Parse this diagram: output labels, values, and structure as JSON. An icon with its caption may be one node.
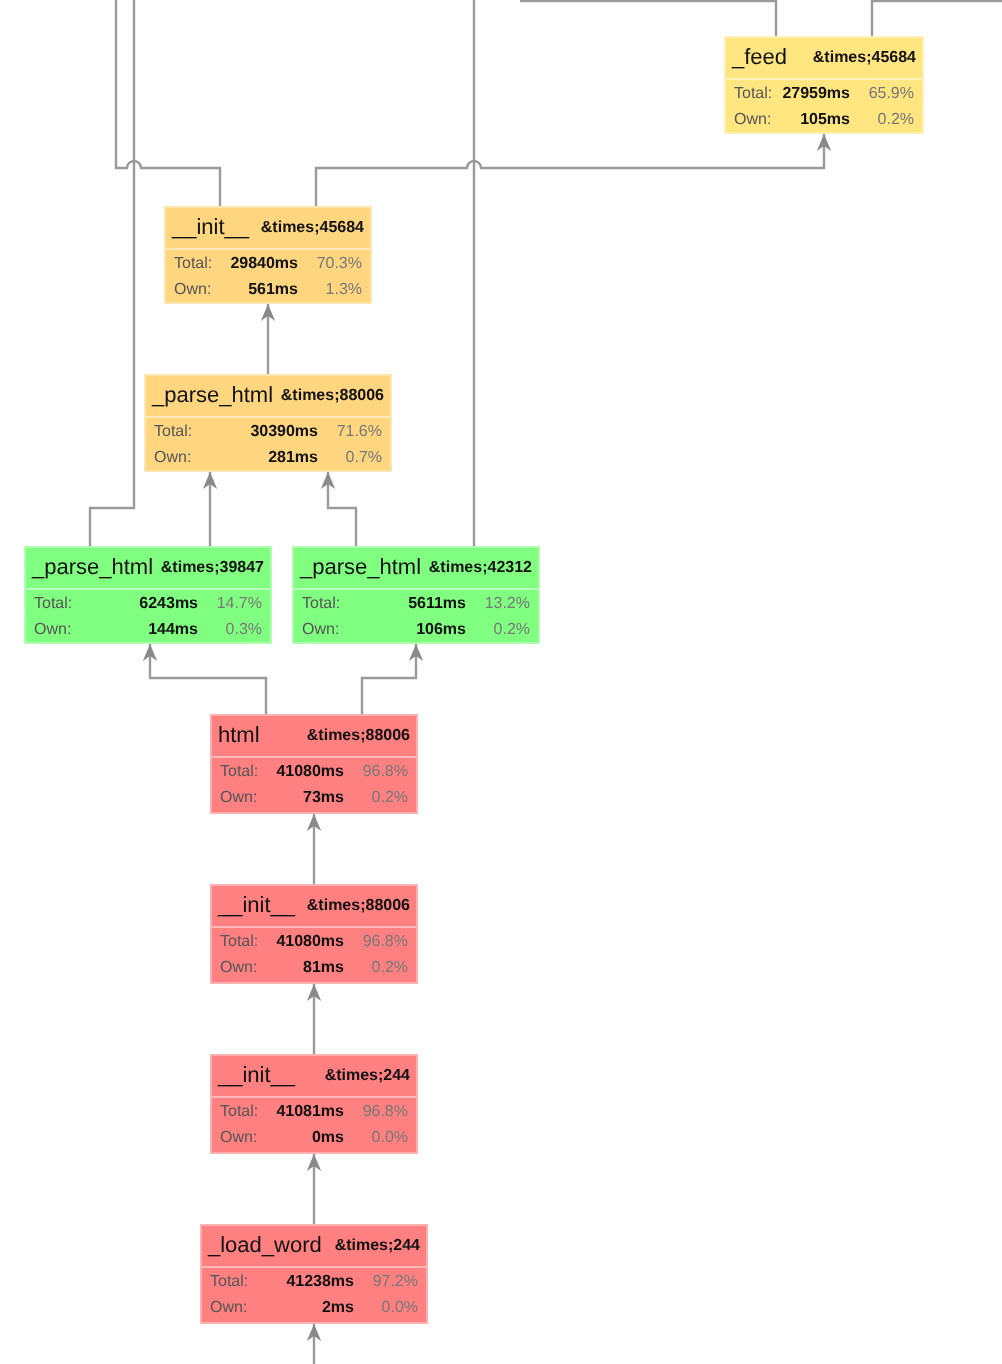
{
  "diagram": {
    "nodes": [
      {
        "text": [
          "_feed",
          "&times;45684",
          "Total:",
          "27959ms",
          "65.9%",
          "Own:",
          "105ms",
          "0.2%"
        ]
      },
      {
        "text": [
          "__init__",
          "&times;45684",
          "Total:",
          "29840ms",
          "70.3%",
          "Own:",
          "561ms",
          "1.3%"
        ]
      },
      {
        "text": [
          "_parse_html",
          "&times;88006",
          "Total:",
          "30390ms",
          "71.6%",
          "Own:",
          "281ms",
          "0.7%"
        ]
      },
      {
        "text": [
          "_parse_html",
          "&times;39847",
          "Total:",
          "6243ms",
          "14.7%",
          "Own:",
          "144ms",
          "0.3%"
        ]
      },
      {
        "text": [
          "_parse_html",
          "&times;42312",
          "Total:",
          "5611ms",
          "13.2%",
          "Own:",
          "106ms",
          "0.2%"
        ]
      },
      {
        "text": [
          "html",
          "&times;88006",
          "Total:",
          "41080ms",
          "96.8%",
          "Own:",
          "73ms",
          "0.2%"
        ]
      },
      {
        "text": [
          "__init__",
          "&times;88006",
          "Total:",
          "41080ms",
          "96.8%",
          "Own:",
          "81ms",
          "0.2%"
        ]
      },
      {
        "text": [
          "__init__",
          "&times;244",
          "Total:",
          "41081ms",
          "96.8%",
          "Own:",
          "0ms",
          "0.0%"
        ]
      },
      {
        "text": [
          "_load_word",
          "&times;244",
          "Total:",
          "41238ms",
          "97.2%",
          "Own:",
          "2ms",
          "0.0%"
        ]
      }
    ],
    "edges": [
      {
        "from": 2,
        "to": 1,
        "arrow": "to"
      },
      {
        "from": 1,
        "to": 0,
        "arrow": "to"
      },
      {
        "from": 1,
        "to": null,
        "arrow": "none"
      },
      {
        "from": 0,
        "to": null,
        "arrow": "none"
      },
      {
        "from": 0,
        "to": null,
        "arrow": "none"
      },
      {
        "from": 3,
        "to": 2,
        "arrow": "to"
      },
      {
        "from": 4,
        "to": 2,
        "arrow": "to"
      },
      {
        "from": 3,
        "to": null,
        "arrow": "none"
      },
      {
        "from": 4,
        "to": null,
        "arrow": "none"
      },
      {
        "from": 5,
        "to": 3,
        "arrow": "to"
      },
      {
        "from": 5,
        "to": 4,
        "arrow": "to"
      },
      {
        "from": 6,
        "to": 5,
        "arrow": "to"
      },
      {
        "from": 7,
        "to": 6,
        "arrow": "to"
      },
      {
        "from": 8,
        "to": 7,
        "arrow": "to"
      },
      {
        "from": null,
        "to": 8,
        "arrow": "to"
      }
    ]
  }
}
